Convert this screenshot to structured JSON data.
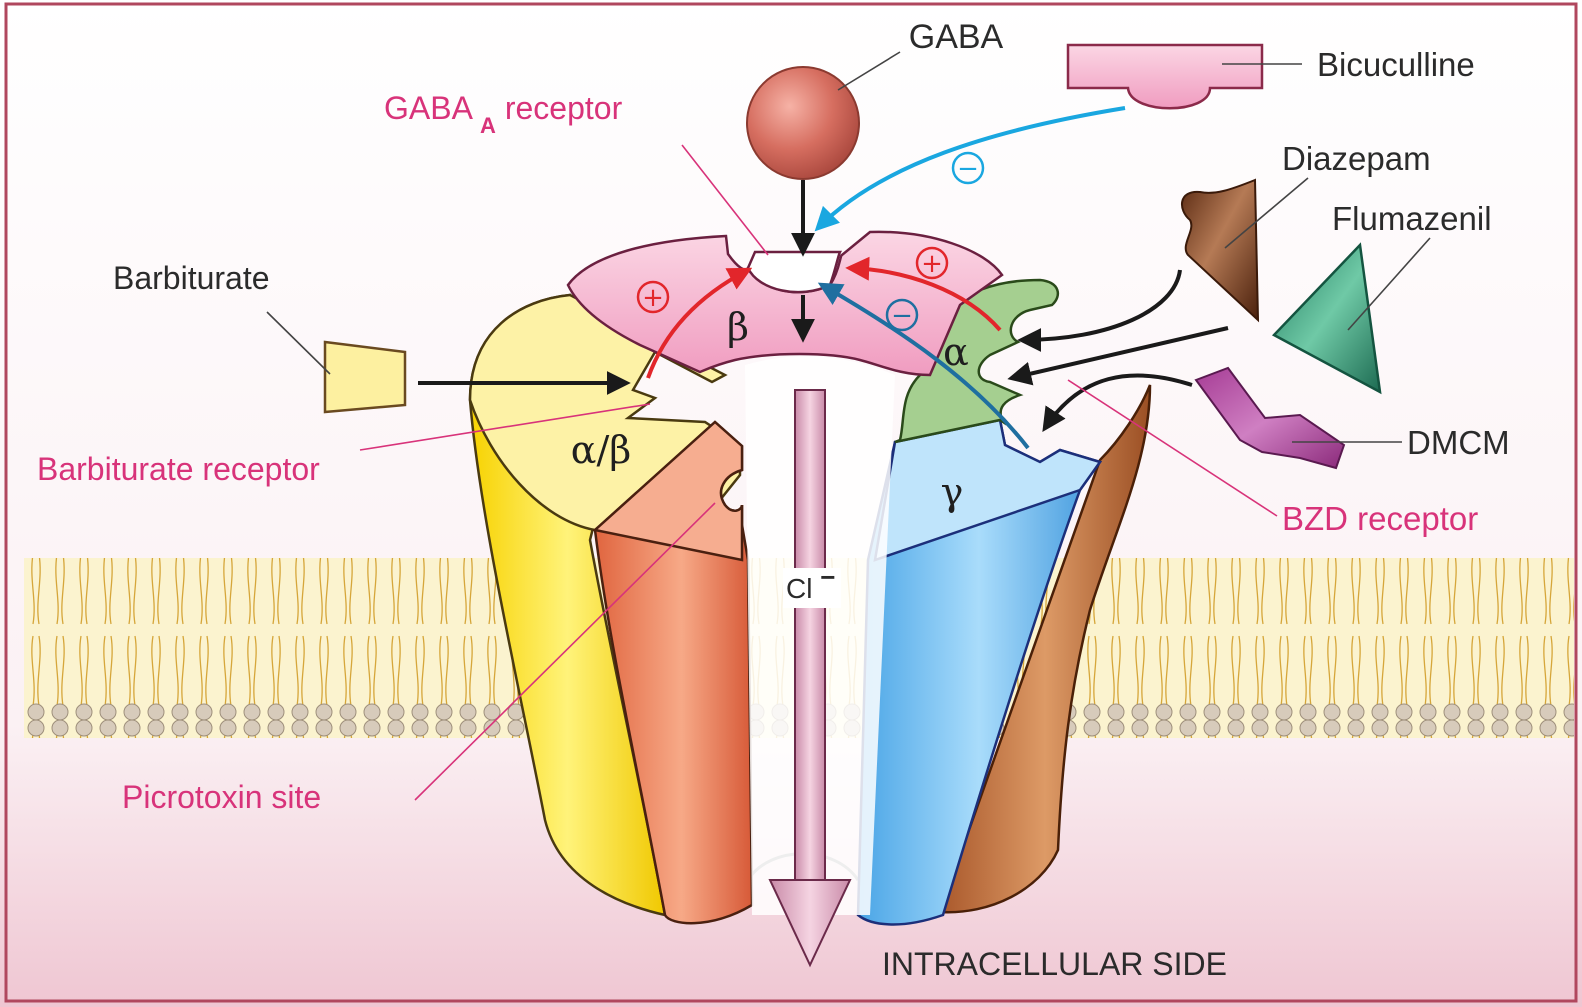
{
  "labels": {
    "gaba": "GABA",
    "gaba_receptor_main": "GABA",
    "gaba_receptor_sub": "A",
    "gaba_receptor_suffix": "receptor",
    "bicuculline": "Bicuculline",
    "diazepam": "Diazepam",
    "flumazenil": "Flumazenil",
    "barbiturate": "Barbiturate",
    "barbiturate_receptor": "Barbiturate receptor",
    "dmcm": "DMCM",
    "bzd_receptor": "BZD receptor",
    "picrotoxin_site": "Picrotoxin site",
    "intracellular_side": "INTRACELLULAR SIDE",
    "chloride_ion": "Cl",
    "chloride_charge": "−"
  },
  "subunits": {
    "beta": "β",
    "alpha": "α",
    "alpha_beta": "α/β",
    "gamma": "γ"
  },
  "signs": {
    "plus": "+",
    "minus": "−"
  },
  "colors": {
    "frame": "#b0475e",
    "label_pink": "#d8337a",
    "label_dark": "#2b2b2b",
    "activation_arrow": "#e2262b",
    "inhibition_arrow_bicuculline": "#1aa7e0",
    "inhibition_arrow_dmcm": "#1f6fa0",
    "beta_subunit": "#f39cc0",
    "alpha_subunit": "#9fca8e",
    "alpha_beta_subunit": "#fdf0a0",
    "gamma_subunit": "#9fd3f3",
    "salmon_subunit": "#f0886a",
    "brown_subunit": "#b4683a",
    "membrane": "#f3e08a"
  },
  "icons": {
    "gaba": "gaba-sphere-icon",
    "bicuculline": "bicuculline-block-icon",
    "diazepam": "diazepam-wedge-icon",
    "flumazenil": "flumazenil-triangle-icon",
    "barbiturate": "barbiturate-trapezoid-icon",
    "dmcm": "dmcm-shape-icon"
  }
}
